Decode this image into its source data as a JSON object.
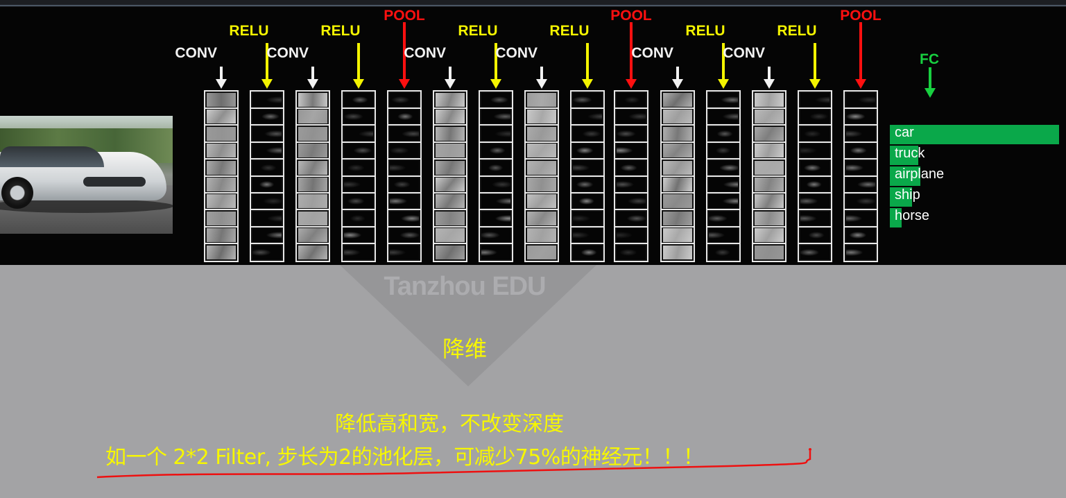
{
  "slide": {
    "watermark": "Tanzhou EDU",
    "layers": [
      {
        "type": "conv",
        "label": "CONV"
      },
      {
        "type": "relu",
        "label": "RELU"
      },
      {
        "type": "conv",
        "label": "CONV"
      },
      {
        "type": "relu",
        "label": "RELU"
      },
      {
        "type": "pool",
        "label": "POOL"
      },
      {
        "type": "conv",
        "label": "CONV"
      },
      {
        "type": "relu",
        "label": "RELU"
      },
      {
        "type": "conv",
        "label": "CONV"
      },
      {
        "type": "relu",
        "label": "RELU"
      },
      {
        "type": "pool",
        "label": "POOL"
      },
      {
        "type": "conv",
        "label": "CONV"
      },
      {
        "type": "relu",
        "label": "RELU"
      },
      {
        "type": "conv",
        "label": "CONV"
      },
      {
        "type": "relu",
        "label": "RELU"
      },
      {
        "type": "pool",
        "label": "POOL"
      }
    ],
    "fc_label": "FC",
    "classes": [
      {
        "label": "car",
        "score": 1.0
      },
      {
        "label": "truck",
        "score": 0.17
      },
      {
        "label": "airplane",
        "score": 0.18
      },
      {
        "label": "ship",
        "score": 0.13
      },
      {
        "label": "horse",
        "score": 0.07
      }
    ],
    "colors": {
      "conv": "#f2f2f2",
      "relu": "#f4f400",
      "pool": "#ff1010",
      "fc": "#18d040",
      "bar": "#0aa84a",
      "annotation": "#f7f700",
      "underline": "#ee1010"
    }
  },
  "annotation": {
    "title": "降维",
    "line1": "降低高和宽，不改变深度",
    "line2": "如一个 2*2 Filter, 步长为2的池化层，可减少75%的神经元！！！"
  }
}
